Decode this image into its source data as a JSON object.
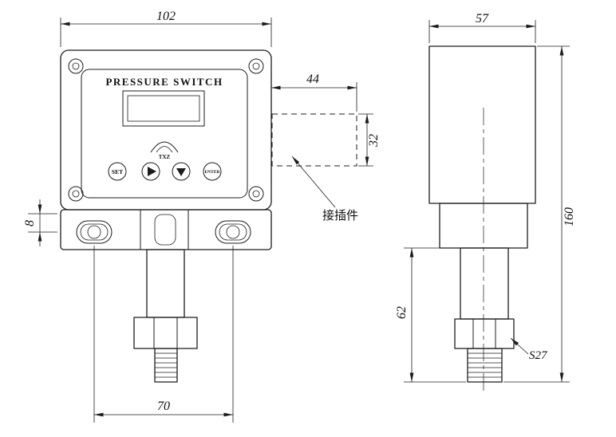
{
  "drawing": {
    "device_title": "PRESSURE SWITCH",
    "logo_text": "TXZ",
    "panel_buttons": {
      "set_label": "SET",
      "enter_label": "ENTER",
      "nav_right_icon": "right-triangle-icon",
      "nav_down_icon": "down-triangle-icon"
    },
    "annotations": {
      "connector_label": "接插件",
      "wrench_size_label": "S27"
    },
    "dimensions": {
      "front_overall_width": "102",
      "connector_length": "44",
      "connector_height": "32",
      "bracket_offset": "8",
      "mount_hole_spacing": "70",
      "side_overall_width": "57",
      "overall_height": "160",
      "lower_section_height": "62"
    },
    "line_color": "#1c1c1c",
    "background_color": "#ffffff"
  }
}
